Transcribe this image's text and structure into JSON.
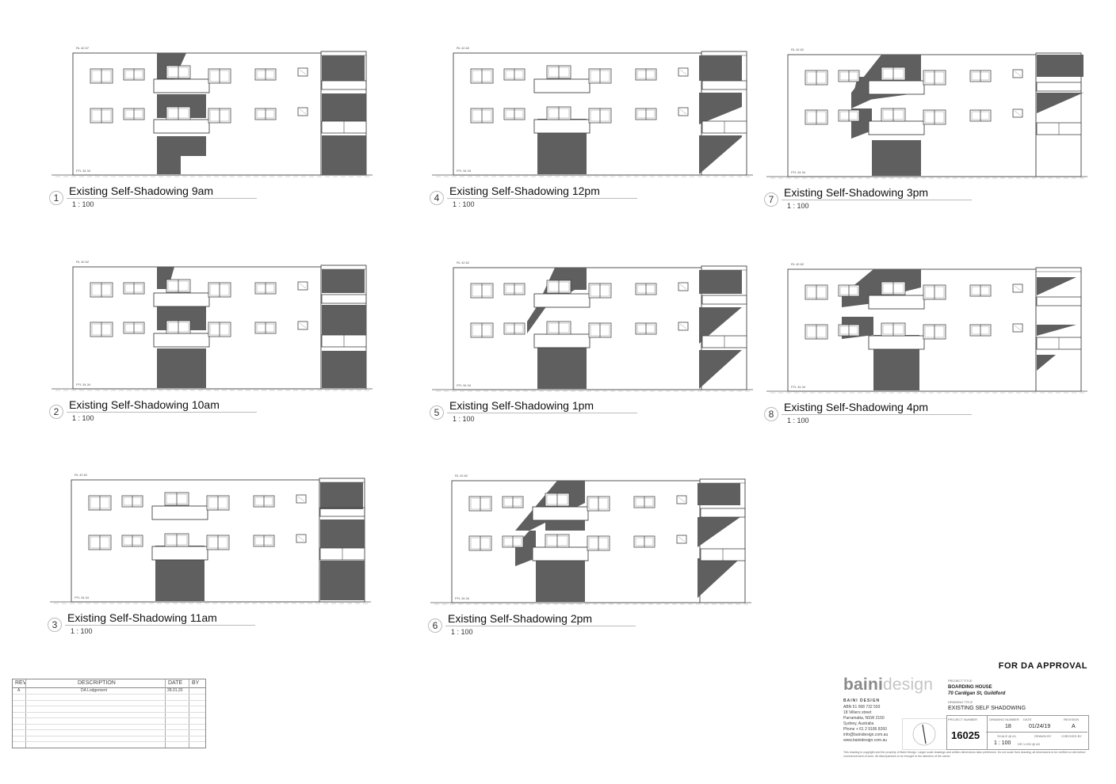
{
  "views": [
    {
      "num": "1",
      "title": "Existing Self-Shadowing 9am",
      "scale": "1 : 100",
      "rl": "RL 42.57",
      "ffl": "FFL 34.34",
      "shadow": "9am"
    },
    {
      "num": "4",
      "title": "Existing Self-Shadowing 12pm",
      "scale": "1 : 100",
      "rl": "RL 42.62",
      "ffl": "FFL 34.34",
      "shadow": "12pm"
    },
    {
      "num": "7",
      "title": "Existing Self-Shadowing 3pm",
      "scale": "1 : 100",
      "rl": "RL 42.62",
      "ffl": "FFL 34.34",
      "shadow": "3pm"
    },
    {
      "num": "2",
      "title": "Existing Self-Shadowing 10am",
      "scale": "1 : 100",
      "rl": "RL 42.62",
      "ffl": "FFL 34.34",
      "shadow": "10am"
    },
    {
      "num": "5",
      "title": "Existing Self-Shadowing 1pm",
      "scale": "1 : 100",
      "rl": "RL 42.62",
      "ffl": "FFL 34.34",
      "shadow": "1pm"
    },
    {
      "num": "8",
      "title": "Existing Self-Shadowing 4pm",
      "scale": "1 : 100",
      "rl": "RL 42.62",
      "ffl": "FFL 34.34",
      "shadow": "4pm"
    },
    {
      "num": "3",
      "title": "Existing Self-Shadowing 11am",
      "scale": "1 : 100",
      "rl": "RL 42.62",
      "ffl": "FFL 34.34",
      "shadow": "11am"
    },
    {
      "num": "6",
      "title": "Existing Self-Shadowing 2pm",
      "scale": "1 : 100",
      "rl": "RL 42.62",
      "ffl": "FFL 34.34",
      "shadow": "2pm"
    }
  ],
  "revisions": {
    "headers": {
      "rev": "REV",
      "description": "DESCRIPTION",
      "date": "DATE",
      "by": "BY"
    },
    "rows": [
      {
        "rev": "A",
        "description": "DA Lodgement",
        "date": "28.01.20",
        "by": ""
      }
    ]
  },
  "title_block": {
    "approval": "FOR DA APPROVAL",
    "logo_bold": "baini",
    "logo_light": "design",
    "company": "BAINI DESIGN",
    "abn": "ABN 51 068 732 593",
    "address1": "18 Villiers street",
    "address2": "Parramatta, NSW 2150",
    "address3": "Sydney, Australia",
    "phone": "Phone + 61 2 9186 8260",
    "email": "info@bainidesign.com.au",
    "web": "www.bainidesign.com.au",
    "project_title_label": "PROJECT TITLE",
    "project_title": "BOARDING HOUSE",
    "project_address": "70 Cardigan St, Guildford",
    "drawing_title_label": "DRAWING TITLE",
    "drawing_title": "EXISTING SELF SHADOWING",
    "project_number_label": "PROJECT NUMBER",
    "project_number": "16025",
    "drawing_number_label": "DRAWING NUMBER",
    "drawing_number": "18",
    "date_label": "DATE",
    "date": "01/24/19",
    "revision_label": "REVISION",
    "revision": "A",
    "scale_label": "SCALE @ A1",
    "scale": "1 : 100",
    "scale_note": "DR 1:200 @ A3",
    "drawn_by_label": "DRAWN BY",
    "checked_by_label": "CHECKED BY",
    "disclaimer": "This drawing is copyright and the property of Baini Design. Larger scale drawings and written dimensions take preference. Do not scale from drawing; all dimensions to be verified on site before commencement of work. All discrepancies to be brought to the attention of the owner."
  }
}
